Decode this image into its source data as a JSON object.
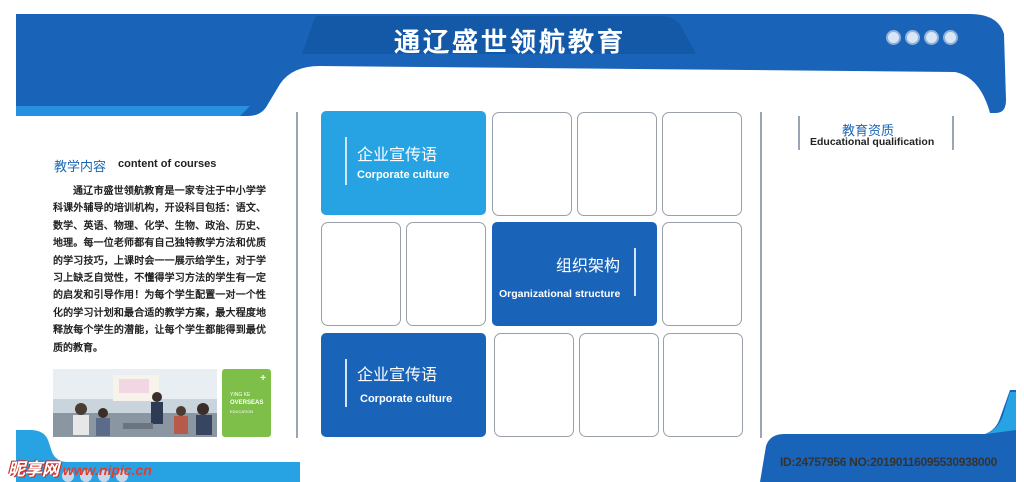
{
  "header": {
    "title": "通辽盛世领航教育"
  },
  "courses": {
    "title_cn": "教学内容",
    "title_en": "content of courses",
    "paragraph": "通辽市盛世领航教育是一家专注于中小学学科课外辅导的培训机构，开设科目包括：语文、数学、英语、物理、化学、生物、政治、历史、地理。每一位老师都有自己独特教学方法和优质的学习技巧，上课时会一一展示给学生，对于学习上缺乏自觉性，不懂得学习方法的学生有一定的启发和引导作用！为每个学生配置一对一个性化的学习计划和最合适的教学方案，最大程度地释放每个学生的潜能，让每个学生都能得到最优质的教育。"
  },
  "badge": {
    "plus": "+",
    "line1": "YING KE",
    "line2": "OVERSEAS",
    "line3": "EDUCATION"
  },
  "panels": {
    "slogan_top_cn": "企业宣传语",
    "slogan_top_en": "Corporate culture",
    "org_cn": "组织架构",
    "org_en": "Organizational structure",
    "slogan_bottom_cn": "企业宣传语",
    "slogan_bottom_en": "Corporate culture"
  },
  "qualification": {
    "title_cn": "教育资质",
    "title_en": "Educational qualification"
  },
  "watermark": {
    "left_a": "昵享网",
    "left_b": " www.nipic.cn",
    "right": "ID:24757956 NO:20190116095530938000"
  },
  "colors": {
    "primary_blue": "#1964b9",
    "light_blue": "#27a3e3",
    "badge_green": "#7ebf4a"
  }
}
